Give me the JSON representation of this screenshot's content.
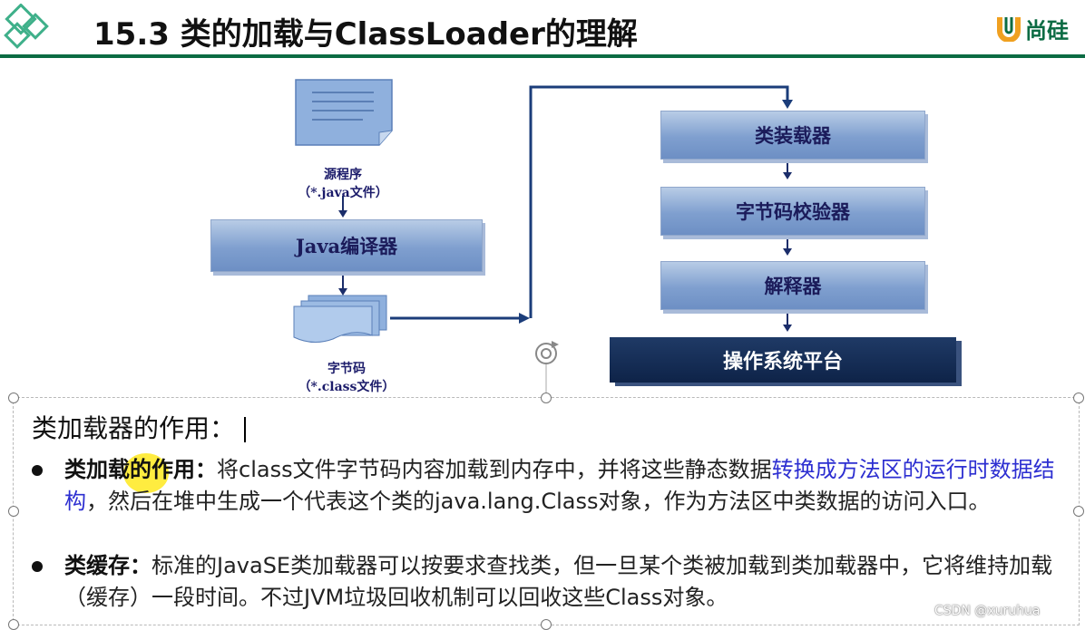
{
  "header": {
    "title": "15.3 类的加载与ClassLoader的理解",
    "brand": "尚硅"
  },
  "diagram": {
    "source_label_1": "源程序",
    "source_label_2": "（*.java文件）",
    "compiler": "Java编译器",
    "bytecode_label_1": "字节码",
    "bytecode_label_2": "（*.class文件）",
    "loader": "类装载器",
    "verifier": "字节码校验器",
    "interpreter": "解释器",
    "os": "操作系统平台"
  },
  "textbox": {
    "title": "类加载器的作用：",
    "item1": {
      "label": "类加载的作用：",
      "text_a": "将class文件字节码内容加载到内存中，并将这些静态数据",
      "link": "转换成方法区的运行时数据结构",
      "text_b": "，然后在堆中生成一个代表这个类的java.lang.Class对象，作为方法区中类数据的访问入口。"
    },
    "item2": {
      "label": "类缓存：",
      "text": "标准的JavaSE类加载器可以按要求查找类，但一旦某个类被加载到类加载器中，它将维持加载（缓存）一段时间。不过JVM垃圾回收机制可以回收这些Class对象。"
    }
  },
  "watermark": "CSDN @xuruhua"
}
